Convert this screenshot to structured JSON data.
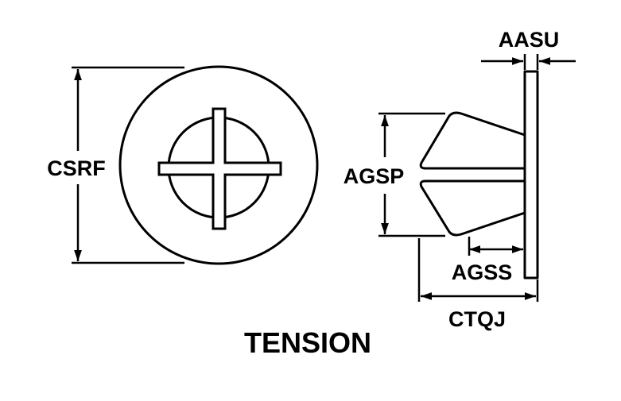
{
  "labels": {
    "csrf": "CSRF",
    "agsp": "AGSP",
    "aasu": "AASU",
    "agss": "AGSS",
    "ctqj": "CTQJ"
  },
  "title": "TENSION",
  "colors": {
    "ink": "#000000",
    "background": "#ffffff"
  }
}
